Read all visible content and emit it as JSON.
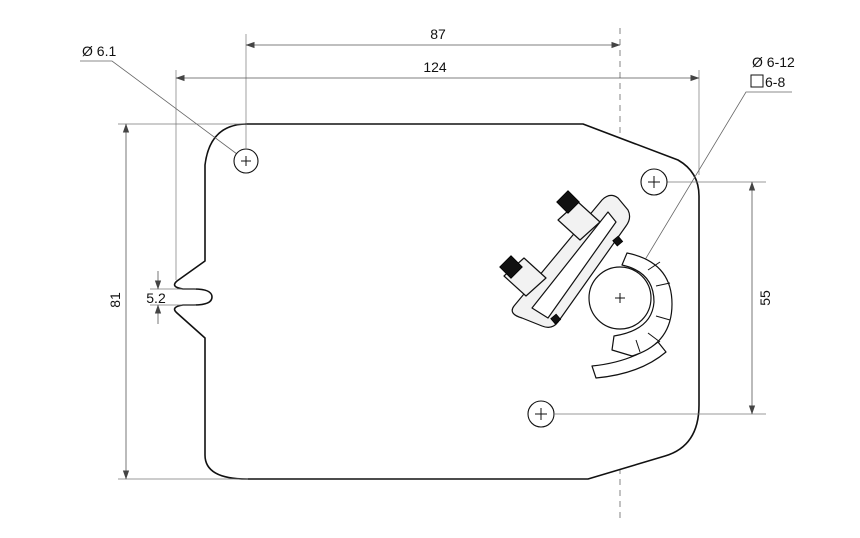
{
  "dimensions": {
    "hole_pitch_horizontal": "87",
    "overall_width": "124",
    "overall_height": "81",
    "slot_width": "5.2",
    "mount_hole_pitch_vertical": "55"
  },
  "callouts": {
    "mount_hole_diameter": "Ø 6.1",
    "shaft_round_range": "Ø 6-12",
    "shaft_square_range": "6-8"
  },
  "icons": {
    "square_symbol": "square-shaft-icon",
    "center_mark": "crosshair-icon"
  }
}
